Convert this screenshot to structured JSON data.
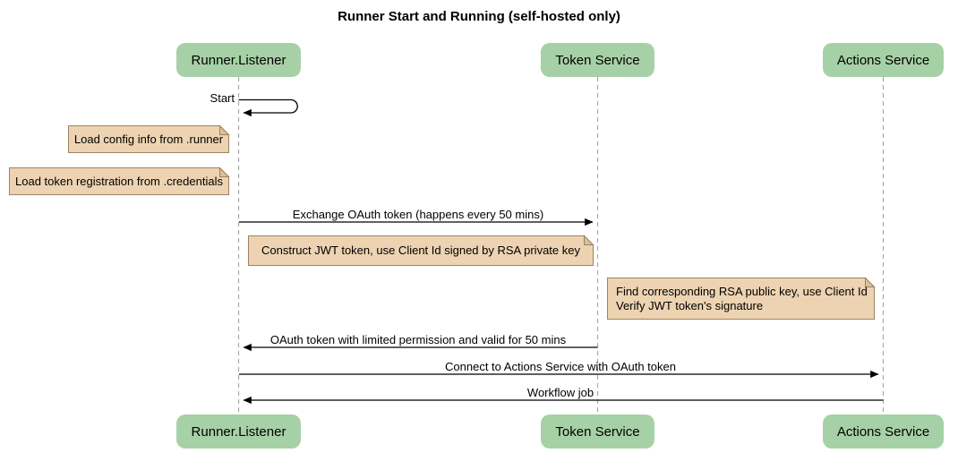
{
  "diagram": {
    "title": "Runner Start and Running (self-hosted only)",
    "type": "sequence-diagram"
  },
  "participants": [
    {
      "name": "Runner.Listener"
    },
    {
      "name": "Token Service"
    },
    {
      "name": "Actions Service"
    }
  ],
  "messages": [
    {
      "label": "Start",
      "from": "Runner.Listener",
      "to": "Runner.Listener",
      "kind": "self"
    },
    {
      "label": "Exchange OAuth token (happens every 50 mins)",
      "from": "Runner.Listener",
      "to": "Token Service",
      "kind": "solid"
    },
    {
      "label": "OAuth token with limited permission and valid for 50 mins",
      "from": "Token Service",
      "to": "Runner.Listener",
      "kind": "solid"
    },
    {
      "label": "Connect to Actions Service with OAuth token",
      "from": "Runner.Listener",
      "to": "Actions Service",
      "kind": "solid"
    },
    {
      "label": "Workflow job",
      "from": "Actions Service",
      "to": "Runner.Listener",
      "kind": "solid"
    }
  ],
  "notes": [
    {
      "text": "Load config info from .runner",
      "position": "left of Runner.Listener"
    },
    {
      "text": "Load token registration from .credentials",
      "position": "left of Runner.Listener"
    },
    {
      "text": "Construct JWT token, use Client Id signed by RSA private key",
      "position": "over Runner.Listener and Token Service"
    },
    {
      "text": "Find corresponding RSA public key, use Client Id\nVerify JWT token's signature",
      "position": "right of Token Service"
    }
  ],
  "colors": {
    "background": "#ffffff",
    "participant_fill": "#a6d1a6",
    "note_fill": "#edd3b1",
    "note_border": "#9c8365",
    "note_fold": "#ddbf97",
    "lifeline": "#a9a9a9",
    "message": "#000000"
  }
}
